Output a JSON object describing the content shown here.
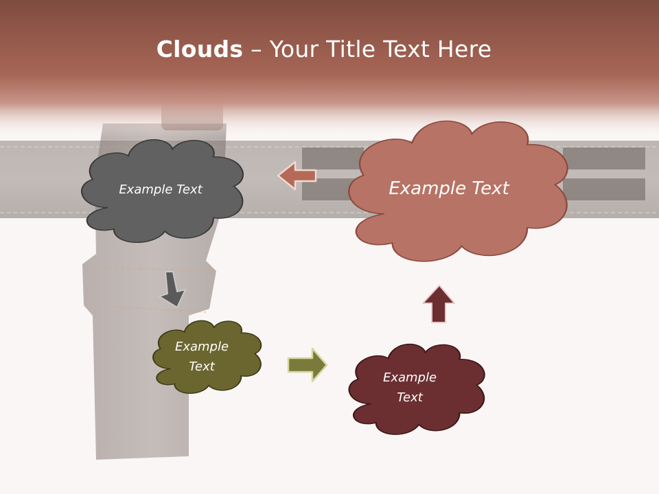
{
  "slide": {
    "title_bold": "Clouds",
    "title_separator": " – ",
    "title_rest": "Your Title Text Here"
  },
  "clouds": [
    {
      "id": "gray",
      "text": "Example Text",
      "fill": "#616161",
      "stroke": "#3a3a3a"
    },
    {
      "id": "rose",
      "text": "Example Text",
      "fill": "#b77366",
      "stroke": "#8b4a3e"
    },
    {
      "id": "olive",
      "text_line1": "Example",
      "text_line2": "Text",
      "fill": "#6b6630",
      "stroke": "#3e3b16"
    },
    {
      "id": "maroon",
      "text_line1": "Example",
      "text_line2": "Text",
      "fill": "#6b2f32",
      "stroke": "#3f1819"
    }
  ],
  "arrows": [
    {
      "id": "left-arrow",
      "direction": "left",
      "fill": "#b46a57"
    },
    {
      "id": "down-arrow",
      "direction": "down-right",
      "fill": "#5a5a5a"
    },
    {
      "id": "right-arrow",
      "direction": "right",
      "fill": "#7a7a3a"
    },
    {
      "id": "up-arrow",
      "direction": "up",
      "fill": "#6b2f32"
    }
  ],
  "colors": {
    "header_band": "#a45f52",
    "background": "#faf6f5",
    "belt": "#6f6661",
    "holster": "#4a3d37"
  }
}
